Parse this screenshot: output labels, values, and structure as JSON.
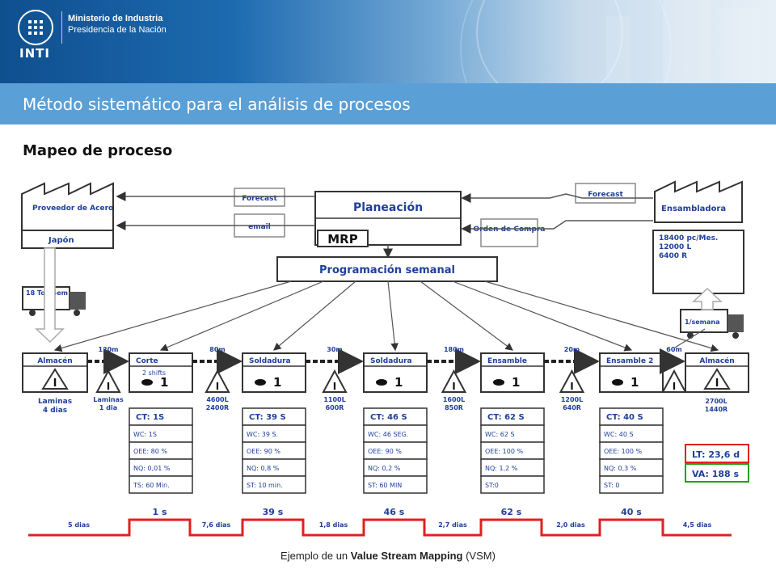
{
  "header": {
    "logo_text": "INTI",
    "ministry_line1": "Ministerio de Industria",
    "ministry_line2": "Presidencia de la Nación"
  },
  "title": "Método sistemático para el análisis de procesos",
  "subtitle": "Mapeo de proceso",
  "caption": {
    "pre": "Ejemplo de un ",
    "bold": "Value Stream Mapping",
    "post": " (VSM)"
  },
  "vsm": {
    "supplier": {
      "name": "Proveedor de Acero",
      "location": "Japón"
    },
    "customer": {
      "name": "Ensambladora",
      "demand": [
        "18400 pc/Mes.",
        "12000 L",
        "6400 R"
      ]
    },
    "planning": {
      "title": "Planeación",
      "mrp": "MRP",
      "schedule": "Programación semanal"
    },
    "info_boxes": {
      "forecast_left": "Forecast",
      "email": "email",
      "forecast_right": "Forecast",
      "order": "Orden de Compra"
    },
    "shipment_in": "18 Ton/Sem",
    "shipment_out": "1/semana",
    "processes": [
      {
        "name": "Almacén"
      },
      {
        "name": "Corte",
        "note": "2 shifts",
        "operators": "1"
      },
      {
        "name": "Soldadura",
        "operators": "1"
      },
      {
        "name": "Soldadura",
        "operators": "1"
      },
      {
        "name": "Ensamble",
        "operators": "1"
      },
      {
        "name": "Ensamble 2",
        "operators": "1"
      },
      {
        "name": "Almacén"
      }
    ],
    "distances": [
      "120m",
      "80m",
      "30m",
      "180m",
      "20m",
      "60m"
    ],
    "inventories": [
      [
        "Laminas",
        "1 dia"
      ],
      [
        "4600L",
        "2400R"
      ],
      [
        "1100L",
        "600R"
      ],
      [
        "1600L",
        "850R"
      ],
      [
        "1200L",
        "640R"
      ]
    ],
    "inv_first": [
      "Laminas",
      "4 dias"
    ],
    "inv_last": [
      "2700L",
      "1440R"
    ],
    "data_boxes": [
      [
        "CT: 1S",
        "WC: 1S",
        "OEE: 80 %",
        "NQ: 0,01 %",
        "TS: 60 Min."
      ],
      [
        "CT: 39 S",
        "WC: 39 S.",
        "OEE: 90 %",
        "NQ: 0,8 %",
        "ST: 10 min."
      ],
      [
        "CT: 46 S",
        "WC: 46 SEG.",
        "OEE: 90 %",
        "NQ: 0,2 %",
        "ST: 60 MIN"
      ],
      [
        "CT: 62 S",
        "WC: 62 S",
        "OEE: 100 %",
        "NQ: 1,2 %",
        "ST:0"
      ],
      [
        "CT: 40 S",
        "WC: 40 S",
        "OEE: 100 %",
        "NQ: 0,3 %",
        "ST: 0"
      ]
    ],
    "lead_time": "LT: 23,6 d",
    "value_added": "VA: 188 s",
    "timeline_wait": [
      "5 dias",
      "7,6 dias",
      "1,8 dias",
      "2,7 dias",
      "2,0 dias",
      "4,5 dias"
    ],
    "timeline_proc": [
      "1 s",
      "39 s",
      "46 s",
      "62 s",
      "40 s"
    ],
    "colors": {
      "accent": "#5aa0d7",
      "timeline": "#e02020",
      "lead_box": "#e02020",
      "va_box": "#19a519",
      "text_blue": "#1f3f9a"
    }
  }
}
